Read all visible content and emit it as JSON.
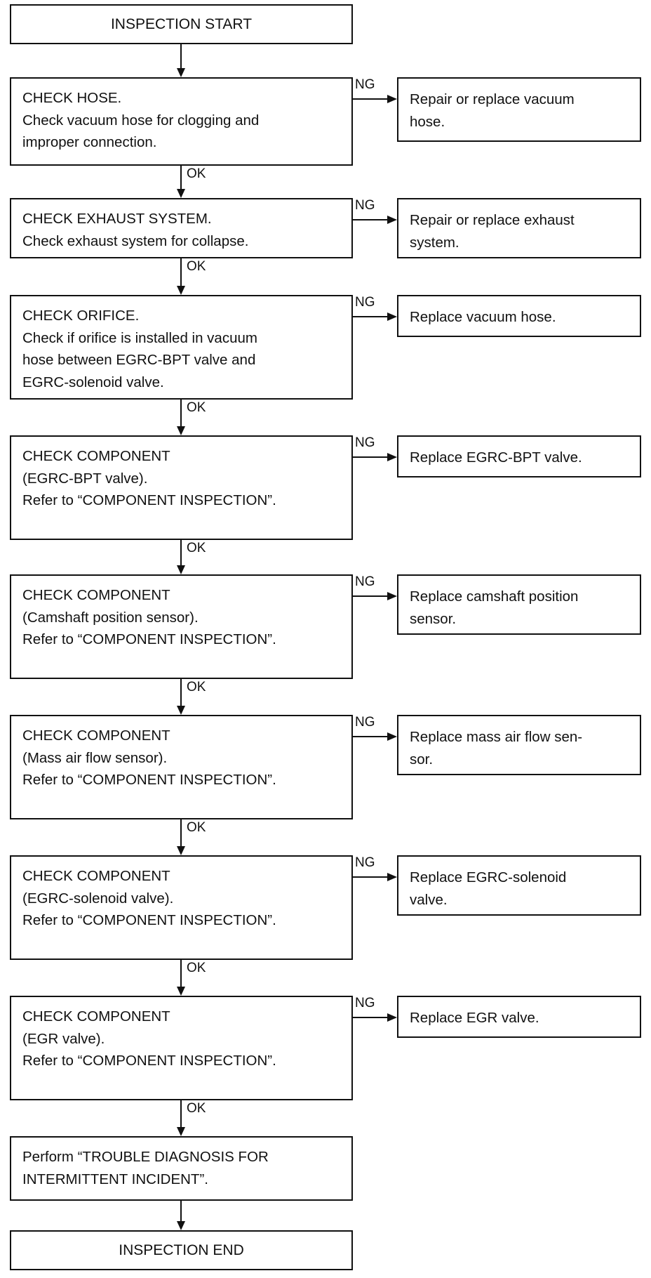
{
  "flowchart": {
    "start_label": "INSPECTION START",
    "end_label": "INSPECTION END",
    "ok_label": "OK",
    "ng_label": "NG",
    "steps": [
      {
        "lines": [
          "CHECK HOSE.",
          "Check vacuum hose for clogging and",
          "improper connection."
        ],
        "ng_action": [
          "Repair or replace vacuum",
          "hose."
        ]
      },
      {
        "lines": [
          "CHECK EXHAUST SYSTEM.",
          "Check exhaust system for collapse."
        ],
        "ng_action": [
          "Repair or replace exhaust",
          "system."
        ]
      },
      {
        "lines": [
          "CHECK ORIFICE.",
          "Check if orifice is installed in vacuum",
          "hose between EGRC-BPT valve and",
          "EGRC-solenoid valve."
        ],
        "ng_action": [
          "Replace vacuum hose."
        ]
      },
      {
        "lines": [
          "CHECK COMPONENT",
          "(EGRC-BPT valve).",
          "Refer to “COMPONENT INSPECTION”."
        ],
        "ng_action": [
          "Replace EGRC-BPT valve."
        ]
      },
      {
        "lines": [
          "CHECK COMPONENT",
          "(Camshaft position sensor).",
          "Refer to “COMPONENT INSPECTION”."
        ],
        "ng_action": [
          "Replace camshaft position",
          "sensor."
        ]
      },
      {
        "lines": [
          "CHECK COMPONENT",
          "(Mass air flow sensor).",
          "Refer to “COMPONENT INSPECTION”."
        ],
        "ng_action": [
          "Replace mass air flow sen-",
          "sor."
        ]
      },
      {
        "lines": [
          "CHECK COMPONENT",
          "(EGRC-solenoid valve).",
          "Refer to “COMPONENT INSPECTION”."
        ],
        "ng_action": [
          "Replace EGRC-solenoid",
          "valve."
        ]
      },
      {
        "lines": [
          "CHECK COMPONENT",
          "(EGR valve).",
          "Refer to “COMPONENT INSPECTION”."
        ],
        "ng_action": [
          "Replace EGR valve."
        ]
      }
    ],
    "final_step": [
      "Perform “TROUBLE DIAGNOSIS FOR",
      "INTERMITTENT INCIDENT”."
    ]
  }
}
